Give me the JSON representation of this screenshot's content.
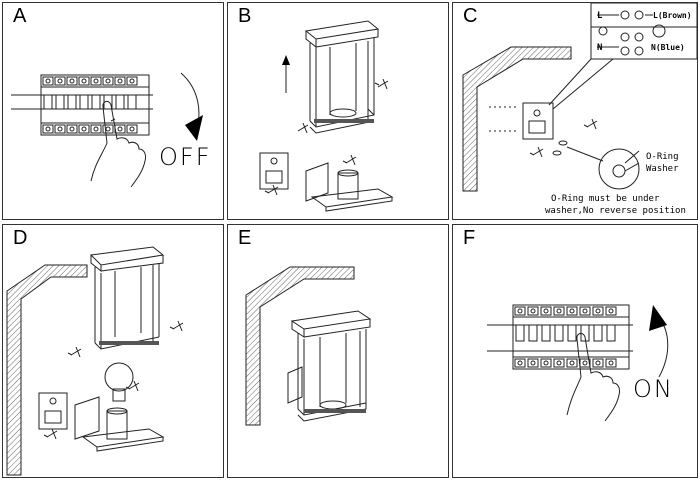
{
  "panels": {
    "a": {
      "label": "A",
      "word": "OFF"
    },
    "b": {
      "label": "B"
    },
    "c": {
      "label": "C",
      "terminal_l": "L",
      "terminal_n": "N",
      "wire_brown": "L(Brown)",
      "wire_blue": "N(Blue)",
      "o_ring": "O-Ring",
      "washer": "Washer",
      "note_line1": "O-Ring must be under",
      "note_line2": "washer,No reverse position"
    },
    "d": {
      "label": "D"
    },
    "e": {
      "label": "E"
    },
    "f": {
      "label": "F",
      "word": "ON"
    }
  },
  "colors": {
    "stroke": "#222222",
    "hatch": "#666666",
    "fill_dark": "#555555"
  }
}
